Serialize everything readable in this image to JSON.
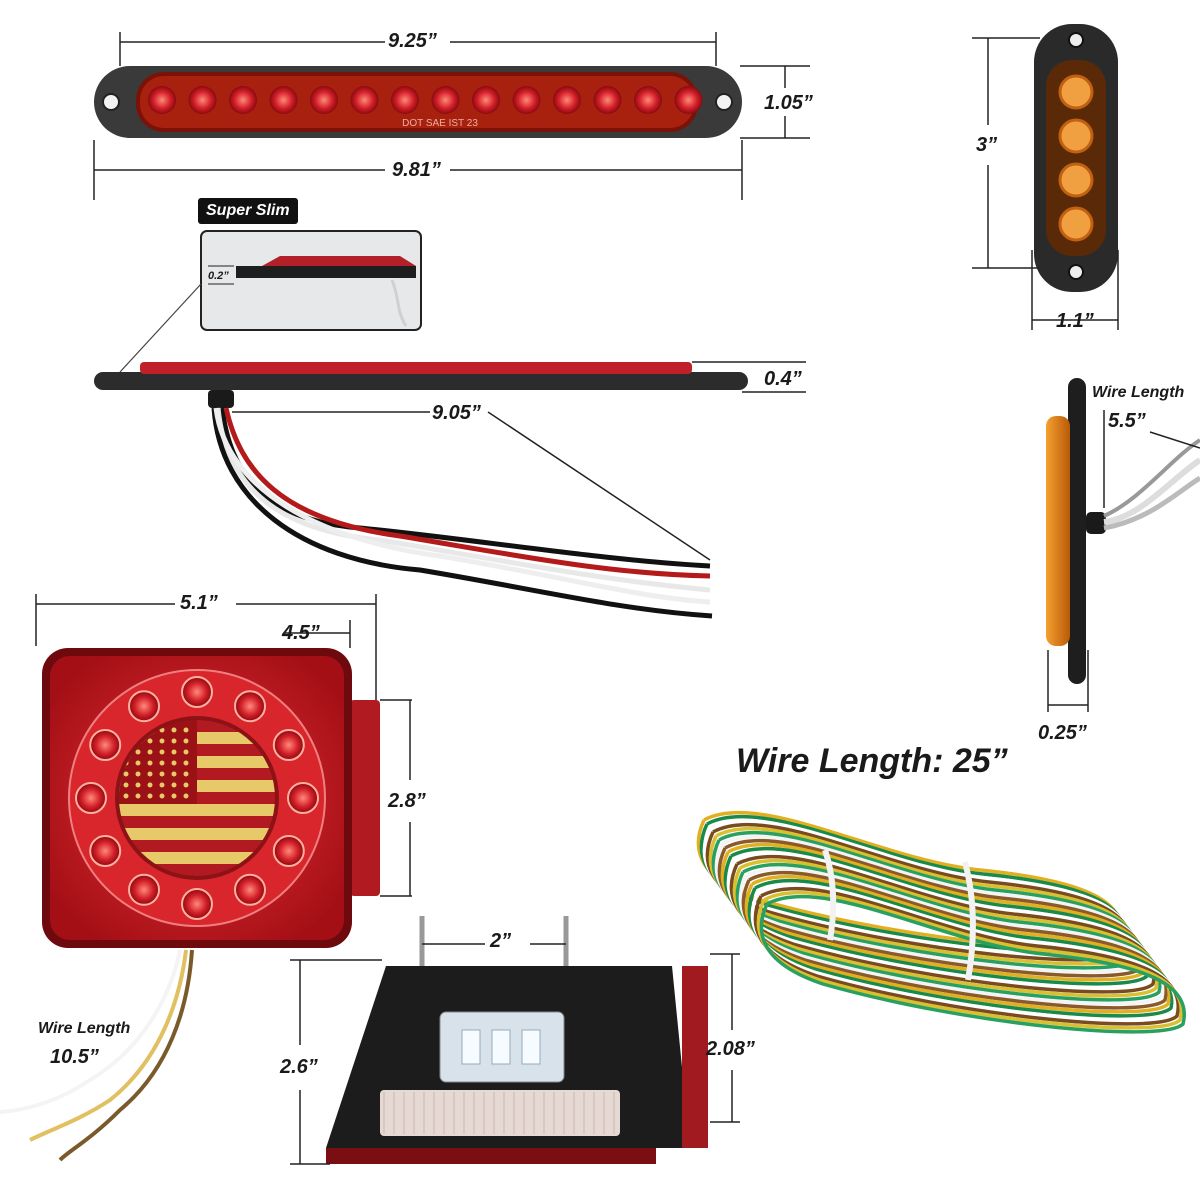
{
  "labels": {
    "bar_length_inner": "9.25”",
    "bar_length_outer": "9.81”",
    "bar_height": "1.05”",
    "super_slim": "Super Slim",
    "slim_thickness": "0.2”",
    "bar_depth": "0.4”",
    "bar_wire": "9.05”",
    "marker_height": "3”",
    "marker_width": "1.1”",
    "marker_wire_label": "Wire Length",
    "marker_wire_value": "5.5”",
    "marker_depth": "0.25”",
    "tail_width_outer": "5.1”",
    "tail_width_inner": "4.5”",
    "tail_height": "2.8”",
    "tail_wire_label": "Wire Length",
    "tail_wire_value": "10.5”",
    "harness_title": "Wire Length: 25”",
    "bracket_width": "2”",
    "bracket_height": "2.6”",
    "bracket_side": "2.08”",
    "bar_marking": "DOT SAE IST 23"
  },
  "colors": {
    "red_led": "#c8161c",
    "amber_led": "#e07a10",
    "housing": "#2a2a2a",
    "flag_yellow": "#e8c96a"
  }
}
